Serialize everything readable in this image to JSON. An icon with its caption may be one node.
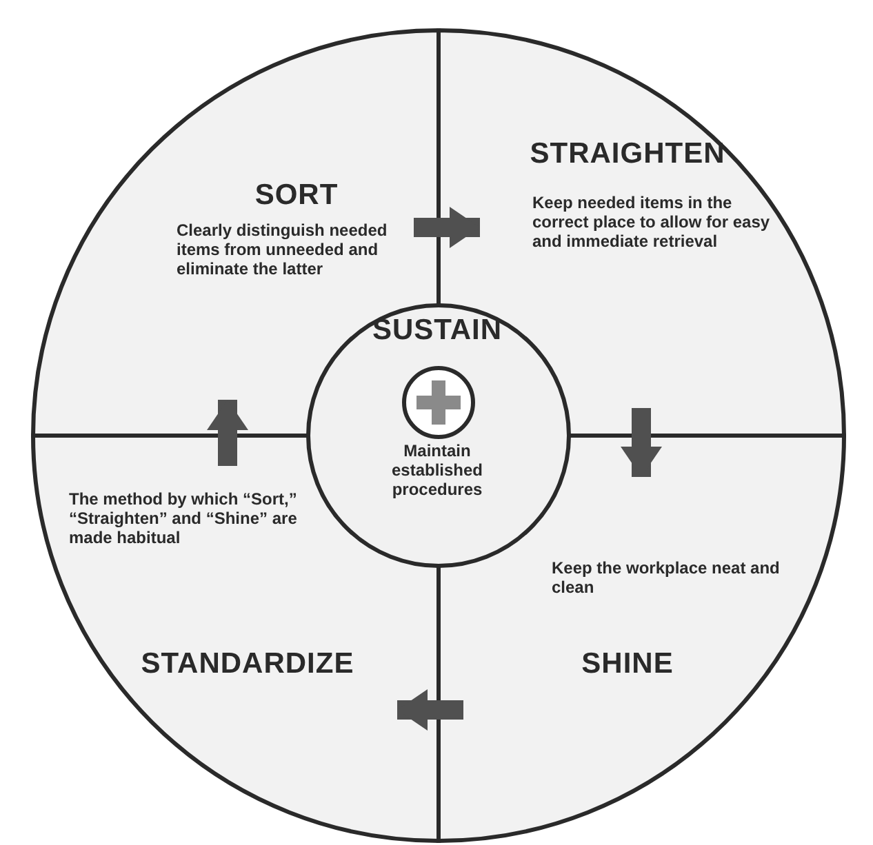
{
  "diagram": {
    "nodes": [
      {
        "text": [
          "SORT",
          "Clearly distinguish needed items from unneeded and eliminate the latter"
        ]
      },
      {
        "text": [
          "STRAIGHTEN",
          "Keep needed items in the correct place to allow for easy and immediate retrieval"
        ]
      },
      {
        "text": [
          "Keep the workplace neat and clean",
          "SHINE"
        ]
      },
      {
        "text": [
          "The method by which “Sort,” “Straighten” and “Shine” are made habitual",
          "STANDARDIZE"
        ]
      },
      {
        "text": [
          "SUSTAIN",
          "Maintain established procedures"
        ]
      }
    ],
    "edges": [
      {
        "from": 0,
        "to": 1,
        "arrow": "to"
      },
      {
        "from": 1,
        "to": 2,
        "arrow": "to"
      },
      {
        "from": 2,
        "to": 3,
        "arrow": "to"
      },
      {
        "from": 3,
        "to": 0,
        "arrow": "to"
      }
    ]
  }
}
